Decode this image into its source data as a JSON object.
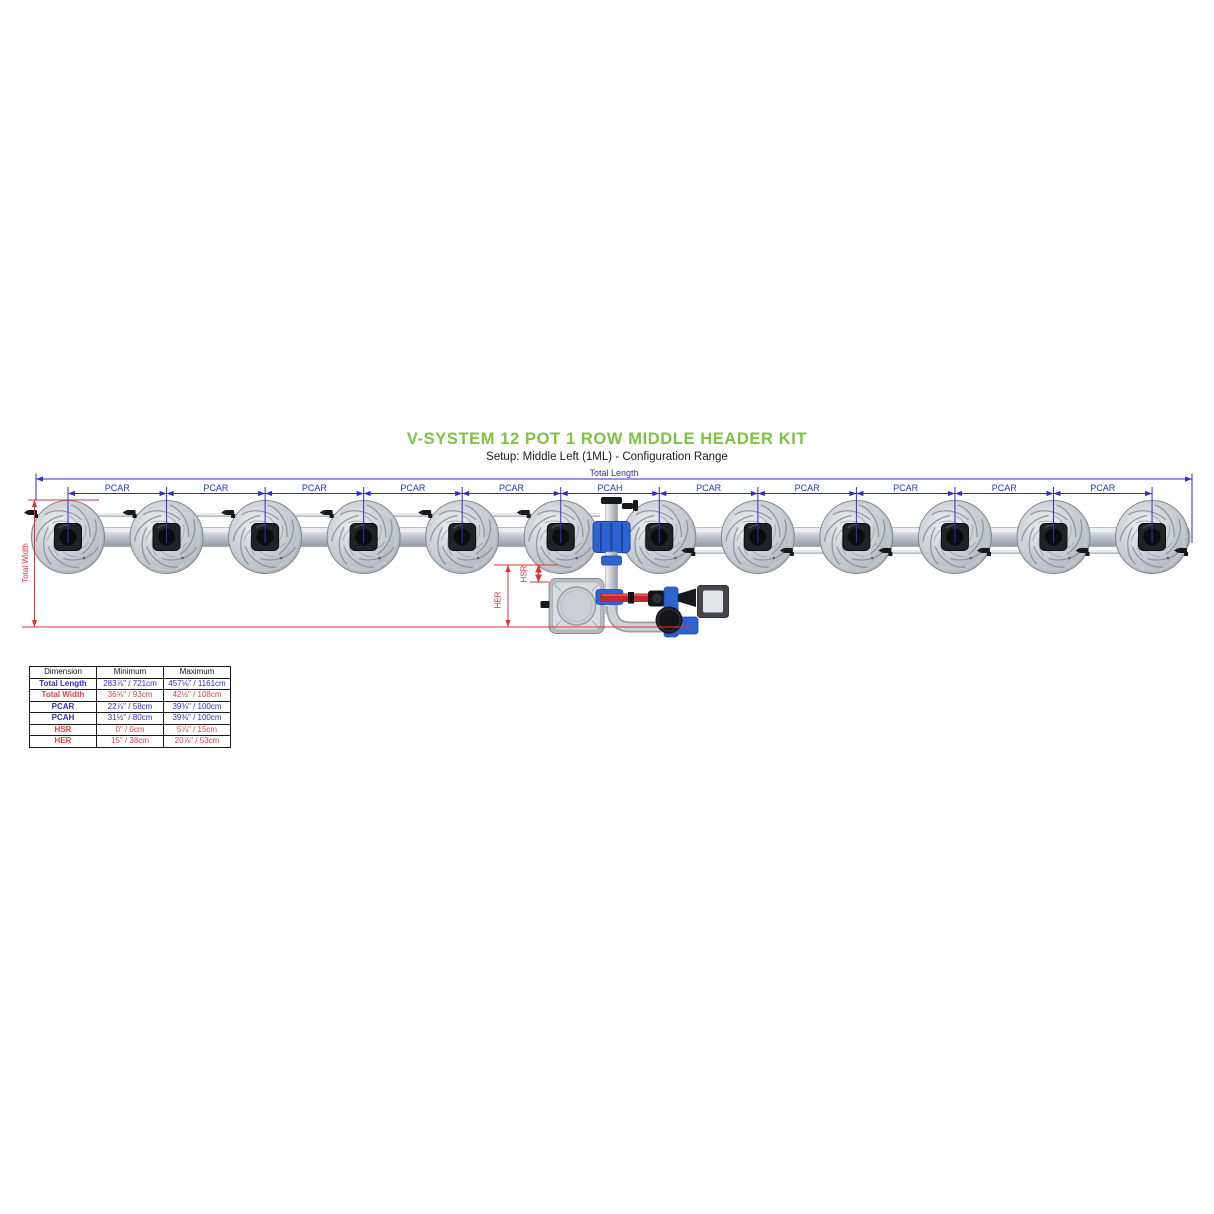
{
  "title": "V-SYSTEM 12 POT 1 ROW MIDDLE HEADER KIT",
  "subtitle": "Setup: Middle Left (1ML) - Configuration Range",
  "colors": {
    "accent_green": "#7DC242",
    "dim_blue": "#2E2ECC",
    "dim_red": "#E03232",
    "pipe_grey": "#c4c9cf",
    "fitting_blue": "#2d63d3"
  },
  "diagram": {
    "pot_count": 12,
    "total_length_label": "Total Length",
    "total_width_label": "Total Width",
    "hsr_label": "HSR",
    "her_label": "HER",
    "span_labels": [
      "PCAR",
      "PCAR",
      "PCAR",
      "PCAR",
      "PCAR",
      "PCAH",
      "PCAR",
      "PCAR",
      "PCAR",
      "PCAR",
      "PCAR"
    ]
  },
  "table": {
    "headers": [
      "Dimension",
      "Minimum",
      "Maximum"
    ],
    "rows": [
      {
        "label": "Total Length",
        "min": "283⅞\" / 721cm",
        "max": "457⅛\" / 1161cm",
        "color": "blue"
      },
      {
        "label": "Total Width",
        "min": "36⅝\" / 93cm",
        "max": "42½\" / 108cm",
        "color": "red"
      },
      {
        "label": "PCAR",
        "min": "22⅞\" / 58cm",
        "max": "39⅜\" / 100cm",
        "color": "blue"
      },
      {
        "label": "PCAH",
        "min": "31½\" / 80cm",
        "max": "39⅜\" / 100cm",
        "color": "blue"
      },
      {
        "label": "HSR",
        "min": "0\" / 0cm",
        "max": "5⅞\" / 15cm",
        "color": "red"
      },
      {
        "label": "HER",
        "min": "15\" / 38cm",
        "max": "20⅞\" / 53cm",
        "color": "red"
      }
    ]
  }
}
